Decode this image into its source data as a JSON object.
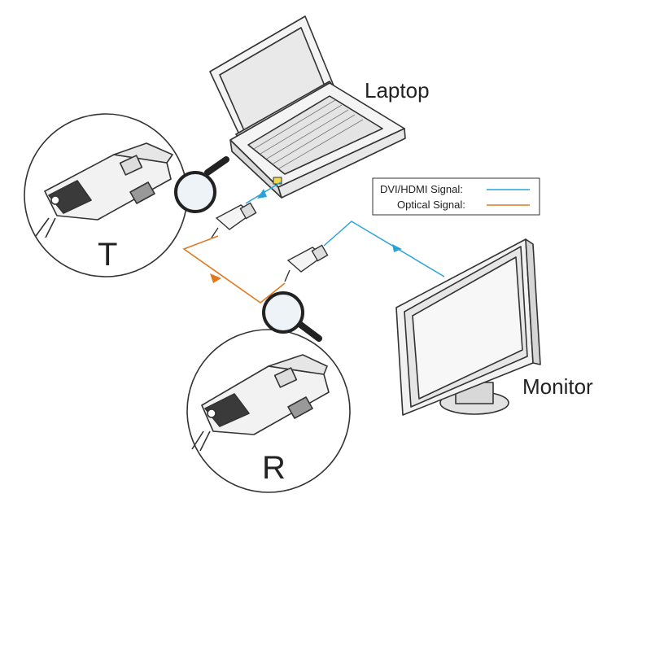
{
  "labels": {
    "laptop": "Laptop",
    "monitor": "Monitor",
    "transmitter": "T",
    "receiver": "R"
  },
  "legend": {
    "dvi_label": "DVI/HDMI Signal:",
    "optical_label": "Optical Signal:"
  },
  "colors": {
    "dvi_signal": "#29a3d8",
    "optical_signal": "#e07a1f",
    "outline": "#333333",
    "device_fill": "#f2f2f2",
    "dark_fill": "#3a3a3a"
  },
  "icons": [
    "magnifier-icon",
    "laptop-icon",
    "monitor-icon",
    "connector-icon"
  ]
}
